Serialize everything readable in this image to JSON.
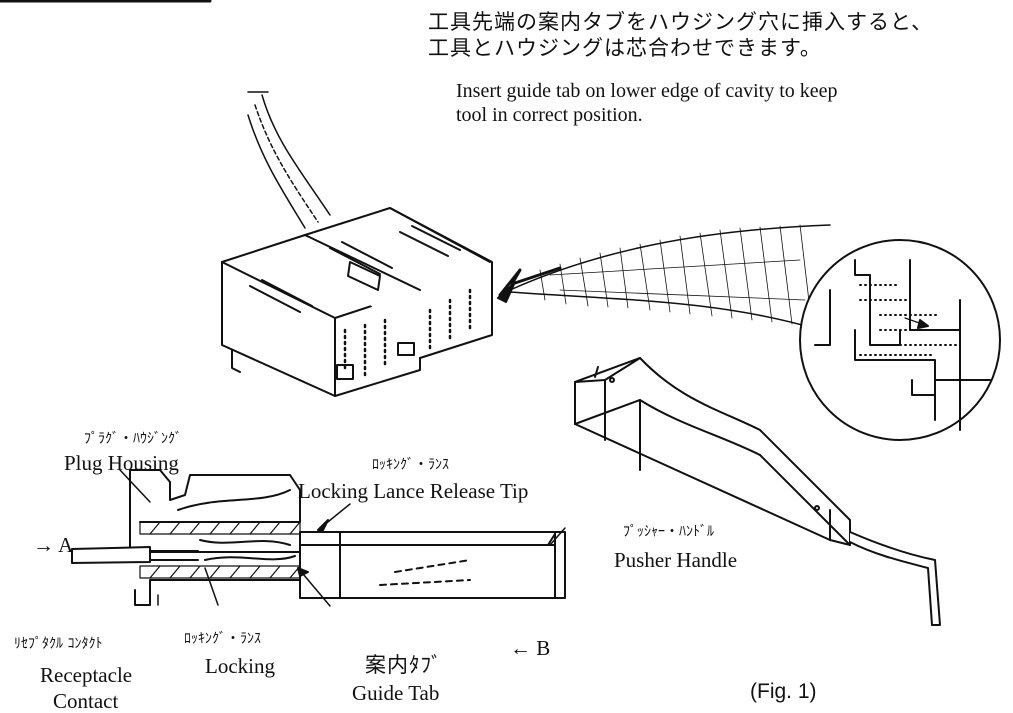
{
  "header_note": {
    "jp_line1": "工具先端の案内タブをハウジング穴に挿入すると、",
    "jp_line2": "工具とハウジングは芯合わせできます。",
    "en_line1": "Insert guide tab on lower edge of cavity to keep",
    "en_line2": "tool in correct position."
  },
  "labels": {
    "plug_housing_jp": "ﾌﾟﾗｸﾞ・ﾊｳｼﾞﾝｸﾞ",
    "plug_housing_en": "Plug Housing",
    "locking_lance_tip_jp": "ﾛｯｷﾝｸﾞ・ﾗﾝｽ",
    "locking_lance_tip_en": "Locking Lance Release Tip",
    "pusher_handle_jp": "ﾌﾟｯｼｬｰ・ﾊﾝﾄﾞﾙ",
    "pusher_handle_en": "Pusher Handle",
    "receptacle_jp": "ﾘｾﾌﾟﾀｸﾙ ｺﾝﾀｸﾄ",
    "receptacle_en1": "Receptacle",
    "receptacle_en2": "Contact",
    "locking_jp": "ﾛｯｷﾝｸﾞ・ﾗﾝｽ",
    "locking_en": "Locking",
    "guide_tab_jp": "案内ﾀﾌﾞ",
    "guide_tab_en": "Guide Tab",
    "arrow_a": "→ A",
    "arrow_b": "← B",
    "figure_caption": "(Fig. 1)"
  }
}
